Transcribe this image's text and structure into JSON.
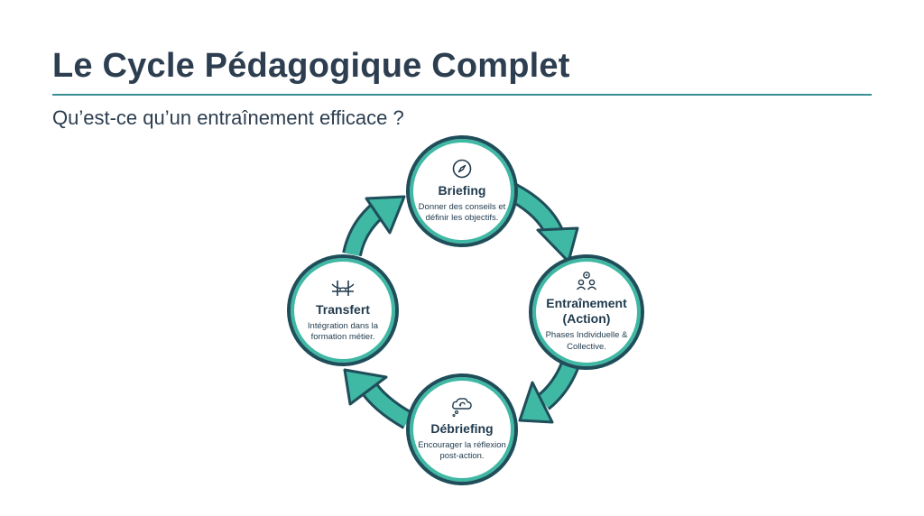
{
  "header": {
    "title": "Le Cycle Pédagogique Complet",
    "subtitle": "Qu’est-ce qu’un entraînement efficace ?"
  },
  "colors": {
    "accent": "#3fb8a4",
    "dark": "#1f4e5a",
    "text": "#2c3e50"
  },
  "cycle": {
    "briefing": {
      "name": "Briefing",
      "desc": "Donner des conseils et définir les objectifs.",
      "icon": "compass-icon"
    },
    "entrainement": {
      "name_line1": "Entraînement",
      "name_line2": "(Action)",
      "desc": "Phases Individuelle & Collective.",
      "icon": "people-gear-icon"
    },
    "debriefing": {
      "name": "Débriefing",
      "desc": "Encourager la réflexion post-action.",
      "icon": "thought-bubble-icon"
    },
    "transfert": {
      "name": "Transfert",
      "desc": "Intégration dans la formation métier.",
      "icon": "bridge-icon"
    }
  }
}
